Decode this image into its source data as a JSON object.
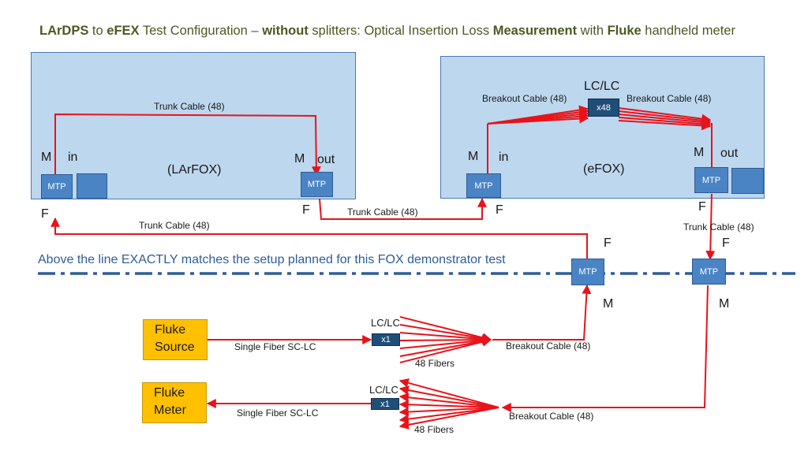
{
  "title": {
    "part1": "LArDPS",
    "part2": " to ",
    "part3": "eFEX",
    "part4": " Test Configuration – ",
    "part5": "without",
    "part6": " splitters:  Optical Insertion Loss ",
    "part7": "Measurement",
    "part8": " with ",
    "part9": "Fluke",
    "part10": " handheld meter"
  },
  "note": "Above the line EXACTLY matches the setup planned for this FOX demonstrator test",
  "larfox": {
    "name": "(LArFOX)",
    "m_in": "M",
    "in_label": "in",
    "m_out": "M",
    "out_label": "out",
    "mtp_left": "MTP",
    "mtp_right": "MTP",
    "f_left": "F",
    "f_right": "F",
    "trunk_top": "Trunk Cable (48)"
  },
  "efox": {
    "name": "(eFOX)",
    "m_in": "M",
    "in_label": "in",
    "m_out": "M",
    "out_label": "out",
    "mtp_left": "MTP",
    "mtp_right": "MTP",
    "f_left": "F",
    "f_right": "F",
    "lclc": "LC/LC",
    "x48": "x48",
    "breakout_left": "Breakout Cable (48)",
    "breakout_right": "Breakout Cable (48)"
  },
  "links": {
    "trunk_mid": "Trunk Cable (48)",
    "trunk_return": "Trunk Cable (48)",
    "trunk_right": "Trunk Cable (48)"
  },
  "demo": {
    "mtp_a": "MTP",
    "mtp_b": "MTP",
    "f_a": "F",
    "f_b": "F",
    "m_a": "M",
    "m_b": "M"
  },
  "source": {
    "line1": "Fluke",
    "line2": "Source",
    "fiber": "Single Fiber SC-LC",
    "lclc": "LC/LC",
    "x1": "x1",
    "breakout": "Breakout Cable (48)",
    "fibers": "48 Fibers"
  },
  "meter": {
    "line1": "Fluke",
    "line2": "Meter",
    "fiber": "Single Fiber SC-LC",
    "lclc": "LC/LC",
    "x1": "x1",
    "breakout": "Breakout Cable (48)",
    "fibers": "48 Fibers"
  },
  "colors": {
    "cable": "#e8131a",
    "panel": "#bdd7ee",
    "mtp": "#4a84c4",
    "fluke": "#ffc000",
    "dashline": "#2e5d9a"
  }
}
